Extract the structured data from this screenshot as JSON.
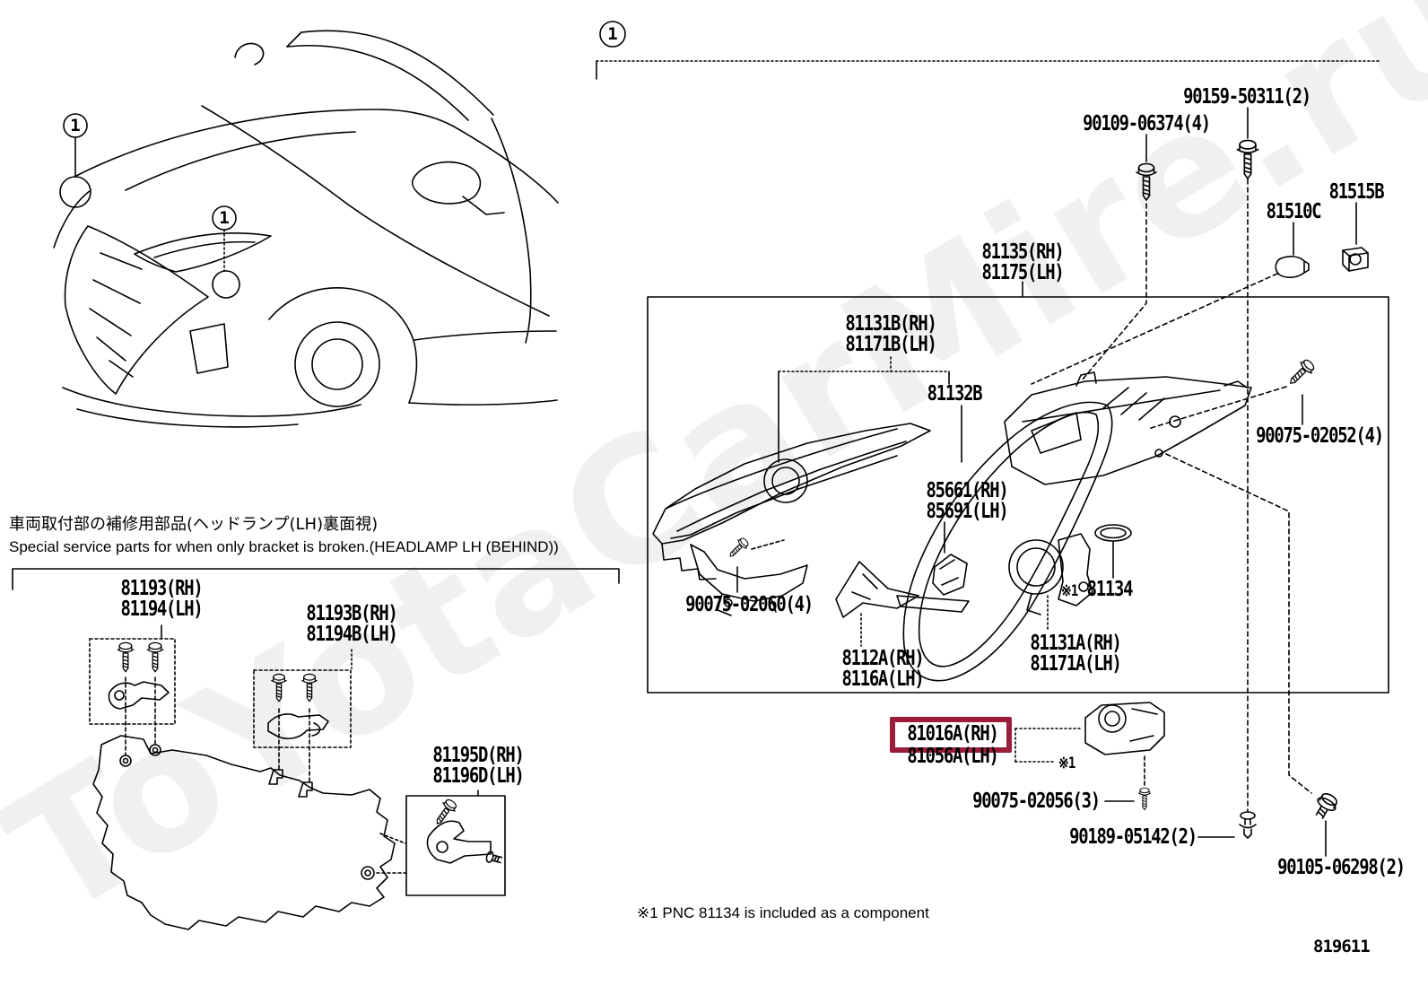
{
  "watermark": "ToYotaCarMire.ru",
  "callout": {
    "number": "1"
  },
  "doc_number": "819611",
  "footnote": {
    "ref": "※1",
    "text": " PNC 81134 is included as a component"
  },
  "special_service_note": {
    "ja": "車両取付部の補修用部品(ヘッドランプ(LH)裏面視)",
    "en": "Special service parts for when only bracket is broken.(HEADLAMP LH (BEHIND))"
  },
  "colors": {
    "highlight": "#9c1c3c",
    "line": "#000000"
  },
  "parts": {
    "screw_90109": "90109-06374(4)",
    "screw_90159": "90159-50311(2)",
    "bulb_81510c": "81510C",
    "socket_81515b": "81515B",
    "unit_81135_rh": "81135(RH)",
    "unit_81175_lh": "81175(LH)",
    "cover_81131b_rh": "81131B(RH)",
    "cover_81171b_lh": "81171B(LH)",
    "gasket_81132b": "81132B",
    "screw_90075_02052": "90075-02052(4)",
    "unit_85661_rh": "85661(RH)",
    "unit_85691_lh": "85691(LH)",
    "ref1": "※1",
    "unit_81134": "81134",
    "screw_90075_02060": "90075-02060(4)",
    "garnish_8112a_rh": "8112A(RH)",
    "garnish_8116a_lh": "8116A(LH)",
    "unit_81131a_rh": "81131A(RH)",
    "unit_81171a_lh": "81171A(LH)",
    "computer_81016a_rh": "81016A(RH)",
    "computer_81056a_lh": "81056A(LH)",
    "screw_90075_02056": "90075-02056(3)",
    "clip_90189": "90189-05142(2)",
    "bolt_90105": "90105-06298(2)",
    "bracket_81193_rh": "81193(RH)",
    "bracket_81194_lh": "81194(LH)",
    "bracket_81193b_rh": "81193B(RH)",
    "bracket_81194b_lh": "81194B(LH)",
    "bracket_81195d_rh": "81195D(RH)",
    "bracket_81196d_lh": "81196D(LH)"
  }
}
